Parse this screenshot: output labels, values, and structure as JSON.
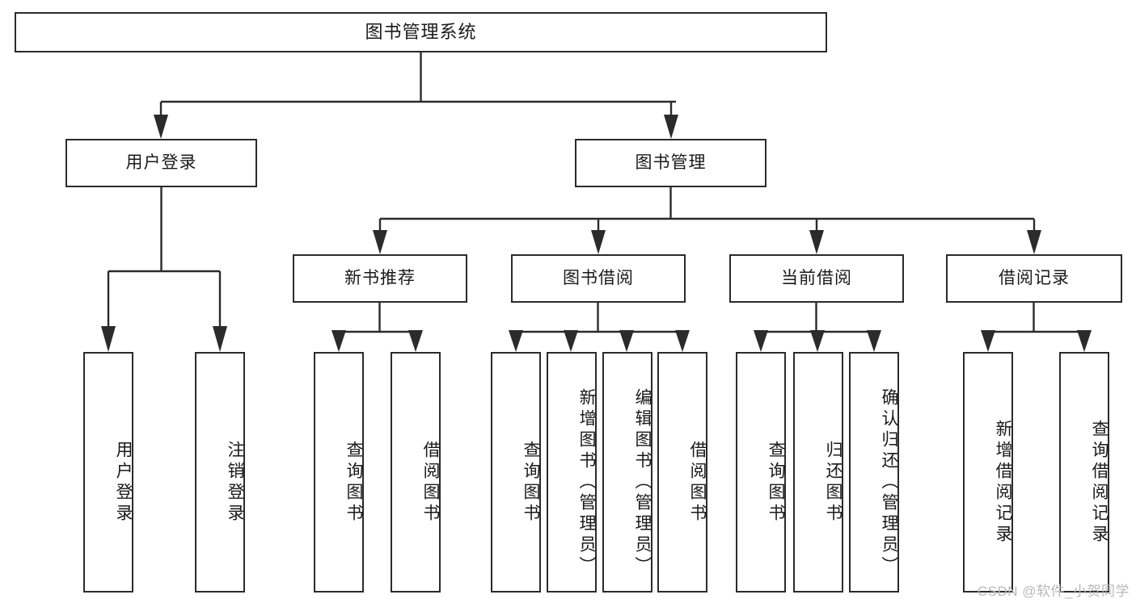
{
  "diagram": {
    "type": "tree",
    "title": "图书管理系统",
    "root": {
      "id": "root",
      "label": "图书管理系统"
    },
    "level2": [
      {
        "id": "user-login",
        "label": "用户登录"
      },
      {
        "id": "book-manage",
        "label": "图书管理"
      }
    ],
    "level3": [
      {
        "id": "new-book-rec",
        "label": "新书推荐",
        "parent": "book-manage"
      },
      {
        "id": "book-borrow",
        "label": "图书借阅",
        "parent": "book-manage"
      },
      {
        "id": "current-borrow",
        "label": "当前借阅",
        "parent": "book-manage"
      },
      {
        "id": "borrow-record",
        "label": "借阅记录",
        "parent": "book-manage"
      }
    ],
    "leaves": [
      {
        "id": "leaf-user-login",
        "label": "用户登录",
        "parent": "user-login"
      },
      {
        "id": "leaf-logout",
        "label": "注销登录",
        "parent": "user-login"
      },
      {
        "id": "leaf-query-book-1",
        "label": "查询图书",
        "parent": "new-book-rec"
      },
      {
        "id": "leaf-borrow-book-1",
        "label": "借阅图书",
        "parent": "new-book-rec"
      },
      {
        "id": "leaf-query-book-2",
        "label": "查询图书",
        "parent": "book-borrow"
      },
      {
        "id": "leaf-add-book",
        "label": "新增图书（管理员）",
        "parent": "book-borrow"
      },
      {
        "id": "leaf-edit-book",
        "label": "编辑图书（管理员）",
        "parent": "book-borrow"
      },
      {
        "id": "leaf-borrow-book-2",
        "label": "借阅图书",
        "parent": "book-borrow"
      },
      {
        "id": "leaf-query-book-3",
        "label": "查询图书",
        "parent": "current-borrow"
      },
      {
        "id": "leaf-return-book",
        "label": "归还图书",
        "parent": "current-borrow"
      },
      {
        "id": "leaf-confirm-return",
        "label": "确认归还（管理员）",
        "parent": "current-borrow"
      },
      {
        "id": "leaf-add-record",
        "label": "新增借阅记录",
        "parent": "borrow-record"
      },
      {
        "id": "leaf-query-record",
        "label": "查询借阅记录",
        "parent": "borrow-record"
      }
    ]
  },
  "watermark": {
    "text": "CSDN @软件_小贺同学"
  },
  "colors": {
    "stroke": "#2b2b2b",
    "background": "#ffffff",
    "text": "#1a1a1a",
    "watermark": "#b8b8b8"
  }
}
